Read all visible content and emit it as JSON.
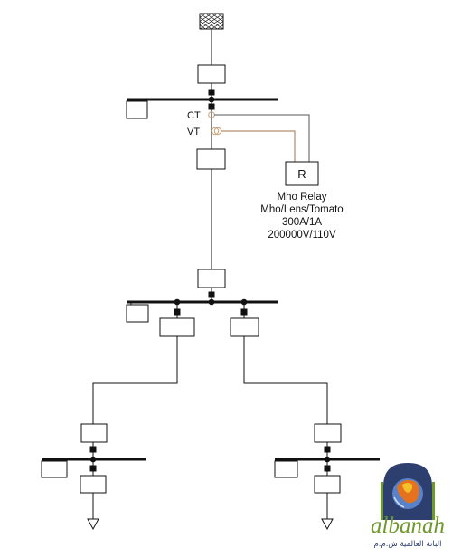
{
  "labels": {
    "ct": "CT",
    "vt": "VT",
    "relay_symbol": "R"
  },
  "relay": {
    "name": "Mho Relay",
    "characteristic": "Mho/Lens/Tomato",
    "ct_ratio": "300A/1A",
    "vt_ratio": "200000V/110V"
  },
  "logo": {
    "name": "albanah",
    "arabic_text": "البانة العالمية ش.م.م"
  },
  "colors": {
    "line": "#111111",
    "wiring": "#a07048",
    "logo_green": "#6e9a2c",
    "logo_blue": "#2d3f6e"
  }
}
